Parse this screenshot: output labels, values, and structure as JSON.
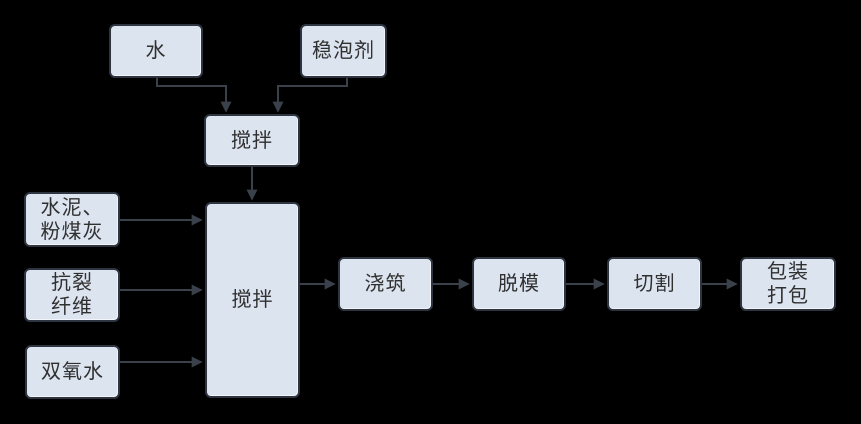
{
  "diagram": {
    "title": "foam-concrete-production-flowchart",
    "colors": {
      "background": "#000000",
      "node_fill": "#dce4f0",
      "node_border": "#2e3540",
      "arrow": "#3a414a",
      "text": "#303030"
    },
    "nodes": {
      "water": {
        "label": "水"
      },
      "foam_stabilizer": {
        "label": "稳泡剂"
      },
      "premix": {
        "label": "搅拌"
      },
      "main_mix": {
        "label": "搅拌"
      },
      "cement_flyash": {
        "label": "水泥、\n粉煤灰"
      },
      "anticrack_fiber": {
        "label": "抗裂\n纤维"
      },
      "hydrogen_peroxide": {
        "label": "双氧水"
      },
      "pouring": {
        "label": "浇筑"
      },
      "demolding": {
        "label": "脱模"
      },
      "cutting": {
        "label": "切割"
      },
      "packing": {
        "label": "包装\n打包"
      }
    },
    "edges": [
      {
        "from": "water",
        "to": "premix"
      },
      {
        "from": "foam_stabilizer",
        "to": "premix"
      },
      {
        "from": "premix",
        "to": "main_mix"
      },
      {
        "from": "cement_flyash",
        "to": "main_mix"
      },
      {
        "from": "anticrack_fiber",
        "to": "main_mix"
      },
      {
        "from": "hydrogen_peroxide",
        "to": "main_mix"
      },
      {
        "from": "main_mix",
        "to": "pouring"
      },
      {
        "from": "pouring",
        "to": "demolding"
      },
      {
        "from": "demolding",
        "to": "cutting"
      },
      {
        "from": "cutting",
        "to": "packing"
      }
    ]
  }
}
